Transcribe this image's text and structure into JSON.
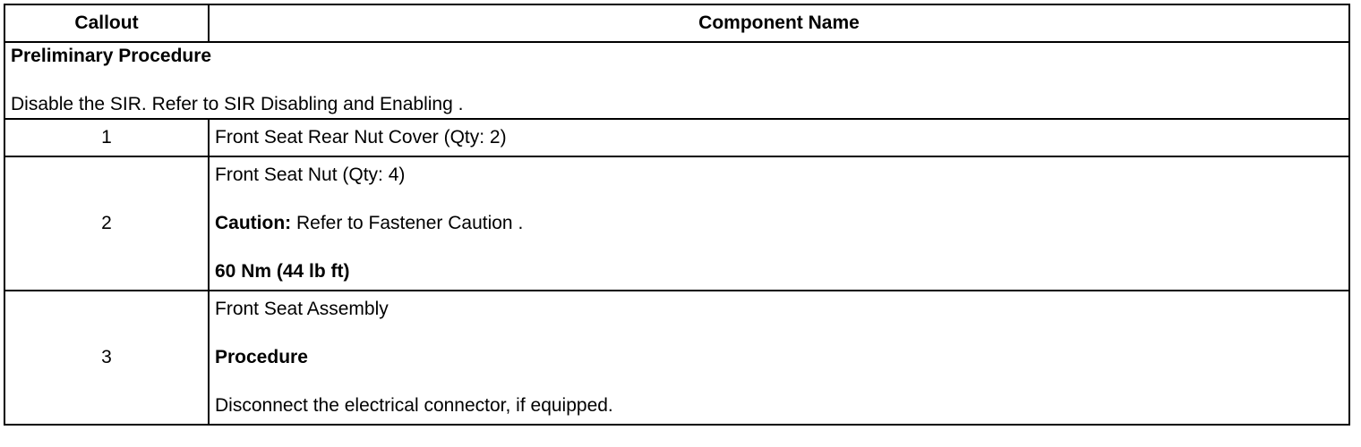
{
  "table": {
    "headers": {
      "callout": "Callout",
      "component_name": "Component Name"
    },
    "preliminary": {
      "heading": "Preliminary Procedure",
      "text": "Disable the SIR. Refer to SIR Disabling and Enabling ."
    },
    "rows": [
      {
        "callout": "1",
        "name": "Front Seat Rear Nut Cover (Qty: 2)"
      },
      {
        "callout": "2",
        "name": "Front Seat Nut (Qty: 4)",
        "caution_label": "Caution:",
        "caution_text": " Refer to Fastener Caution .",
        "torque": "60 Nm (44 lb ft)"
      },
      {
        "callout": "3",
        "name": "Front Seat Assembly",
        "procedure_label": "Procedure",
        "procedure_text": "Disconnect the electrical connector, if equipped."
      }
    ]
  }
}
